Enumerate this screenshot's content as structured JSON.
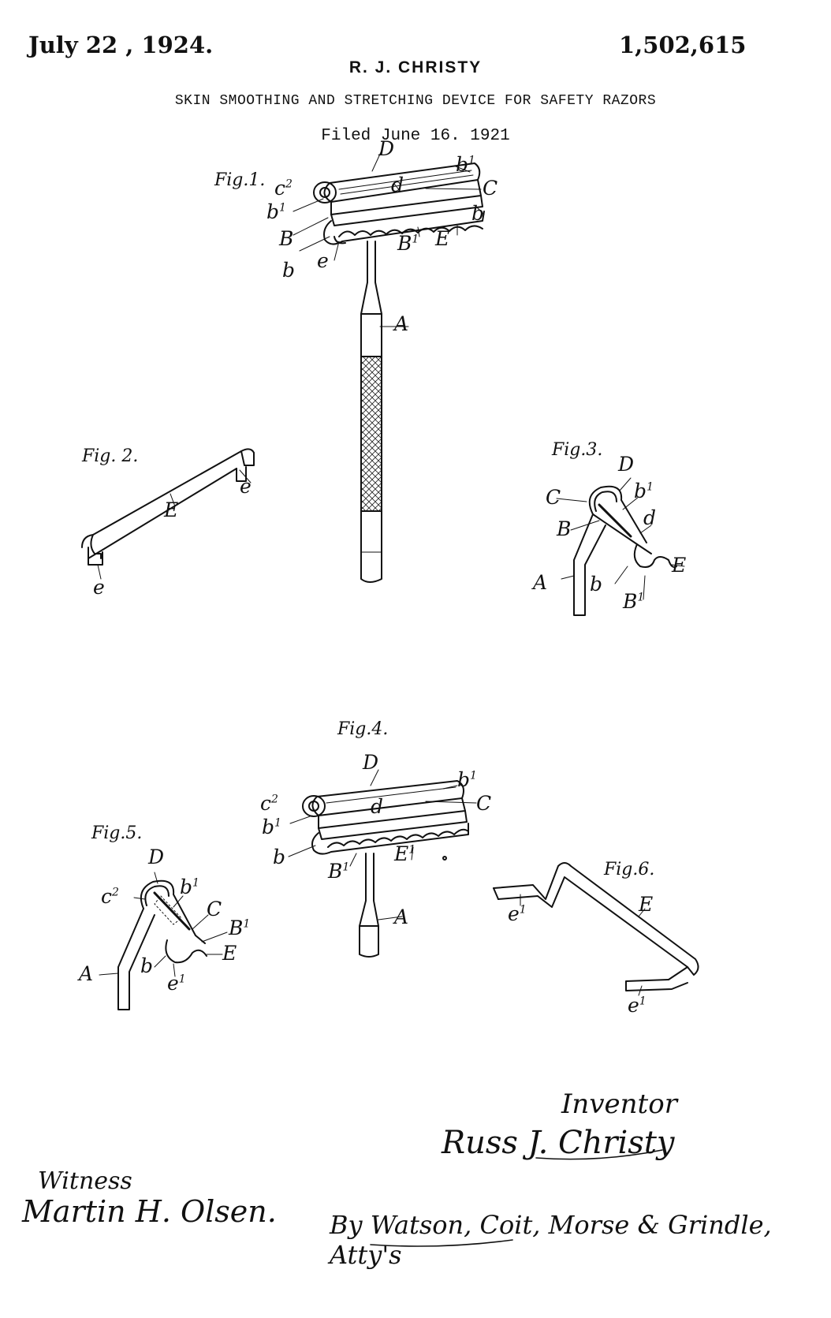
{
  "header": {
    "date": "July 22 , 1924.",
    "inventor": "R. J. CHRISTY",
    "patent_number": "1,502,615",
    "title": "SKIN SMOOTHING AND STRETCHING DEVICE FOR SAFETY RAZORS",
    "filed": "Filed June 16. 1921"
  },
  "figures": {
    "fig1": "Fig.1.",
    "fig2": "Fig. 2.",
    "fig3": "Fig.3.",
    "fig4": "Fig.4.",
    "fig5": "Fig.5.",
    "fig6": "Fig.6."
  },
  "labels": {
    "A": "A",
    "B": "B",
    "C": "C",
    "D": "D",
    "E": "E",
    "b": "b",
    "c": "c",
    "d": "d",
    "e": "e",
    "e1": "e",
    "B1": "B",
    "b1": "b",
    "c2": "c",
    "E1": "E",
    "sup1": "1",
    "sup2": "2"
  },
  "footer": {
    "inventor_caption": "Inventor",
    "inventor_signature": "Russ J. Christy",
    "witness_caption": "Witness",
    "witness_signature": "Martin H. Olsen.",
    "attorney_signature": "By Watson, Coit, Morse & Grindle, Atty's"
  }
}
